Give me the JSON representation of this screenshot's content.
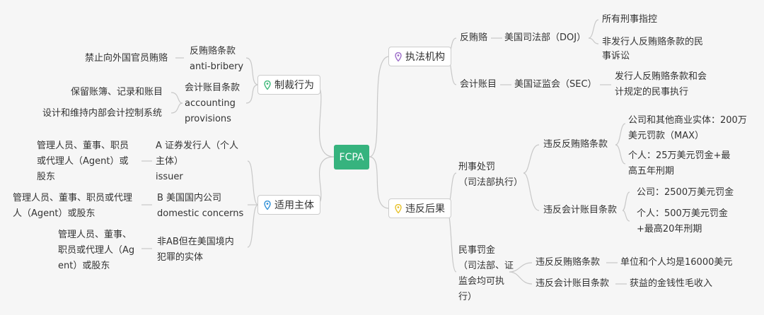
{
  "root": "FCPA",
  "branches": {
    "enforce": "执法机构",
    "conduct": "制裁行为",
    "subject": "适用主体",
    "consequence": "违反后果"
  },
  "colors": {
    "root": "#36b37e",
    "enforce": "#9b6bc8",
    "conduct": "#3cb878",
    "subject": "#2e8fd6",
    "consequence": "#e7c12a",
    "line": "#c8c8c8"
  },
  "enforce": {
    "anti_label": "反贿赂",
    "doj": "美国司法部（DOJ）",
    "doj_items": [
      "所有刑事指控",
      "非发行人反贿赂条款的民",
      "事诉讼"
    ],
    "acct_label": "会计账目",
    "sec": "美国证监会（SEC）",
    "sec_items": [
      "发行人反贿赂条款和会",
      "计规定的民事执行"
    ]
  },
  "conduct": {
    "anti": [
      "反贿赂条款",
      "anti-bribery"
    ],
    "anti_item": "禁止向外国官员贿赂",
    "acct": [
      "会计账目条款",
      "accounting",
      "provisions"
    ],
    "acct_items": [
      "保留账簿、记录和账目",
      "设计和维持内部会计控制系统"
    ]
  },
  "subject": {
    "a": [
      "A 证券发行人（个人",
      "主体）",
      "issuer"
    ],
    "a_item": [
      "管理人员、董事、职员",
      "或代理人（Agent）或",
      "股东"
    ],
    "b": [
      "B 美国国内公司",
      "domestic concerns"
    ],
    "b_item": [
      "管理人员、董事、职员或代理",
      "人（Agent）或股东"
    ],
    "c": [
      "非AB但在美国境内",
      "犯罪的实体"
    ],
    "c_item": [
      "管理人员、董事、",
      "职员或代理人（Ag",
      "ent）或股东"
    ]
  },
  "consequence": {
    "criminal": [
      "刑事处罚",
      "（司法部执行）"
    ],
    "crim_anti": "违反反贿赂条款",
    "crim_anti_items": [
      "公司和其他商业实体：200万",
      "美元罚款（MAX）",
      "个人：25万美元罚金+最",
      "高五年刑期"
    ],
    "crim_acct": "违反会计账目条款",
    "crim_acct_items": [
      "公司：2500万美元罚金",
      "个人：500万美元罚金",
      "+最高20年刑期"
    ],
    "civil": [
      "民事罚金",
      "（司法部、证",
      "监会均可执",
      "行）"
    ],
    "civ_anti": "违反反贿赂条款",
    "civ_anti_item": "单位和个人均是16000美元",
    "civ_acct": "违反会计账目条款",
    "civ_acct_item": "获益的金钱性毛收入"
  }
}
